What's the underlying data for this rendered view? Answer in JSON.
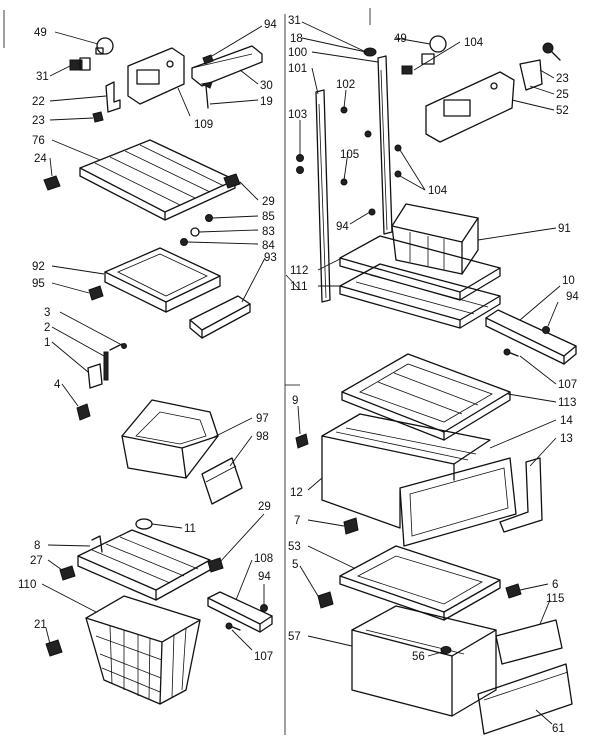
{
  "labels": {
    "p49a": "49",
    "p31a": "31",
    "p22": "22",
    "p23a": "23",
    "p109": "109",
    "p94a": "94",
    "p30": "30",
    "p19": "19",
    "p76": "76",
    "p24": "24",
    "p29a": "29",
    "p85": "85",
    "p83": "83",
    "p84": "84",
    "p92": "92",
    "p95": "95",
    "p93": "93",
    "p3": "3",
    "p2": "2",
    "p1": "1",
    "p4": "4",
    "p97": "97",
    "p98": "98",
    "p8": "8",
    "p27": "27",
    "p11": "11",
    "p110": "110",
    "p21": "21",
    "p29b": "29",
    "p108": "108",
    "p94b": "94",
    "p107a": "107",
    "p31b": "31",
    "p18": "18",
    "p100": "100",
    "p101": "101",
    "p102": "102",
    "p103": "103",
    "p105": "105",
    "p94c": "94",
    "p112": "112",
    "p111": "111",
    "p49b": "49",
    "p104a": "104",
    "p23b": "23",
    "p25": "25",
    "p52": "52",
    "p104b": "104",
    "p91": "91",
    "p10": "10",
    "p94d": "94",
    "p107b": "107",
    "p113": "113",
    "p9": "9",
    "p14": "14",
    "p13": "13",
    "p12": "12",
    "p7": "7",
    "p53": "53",
    "p5": "5",
    "p6": "6",
    "p115": "115",
    "p57": "57",
    "p56": "56",
    "p61": "61"
  }
}
